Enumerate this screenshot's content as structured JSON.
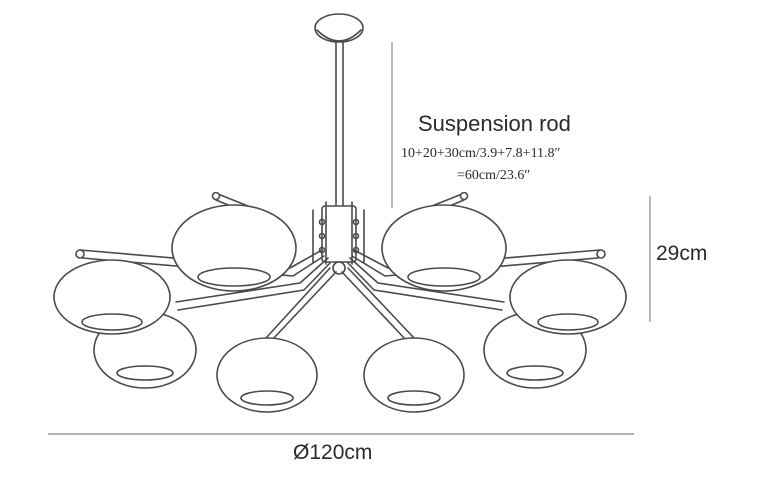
{
  "labels": {
    "suspension_title": "Suspension rod",
    "suspension_line1": "10+20+30cm/3.9+7.8+11.8″",
    "suspension_line2": "=60cm/23.6″",
    "height": "29cm",
    "diameter": "Ø120cm"
  },
  "colors": {
    "stroke": "#4a4a4a",
    "dim_line": "#888888",
    "shade_fill": "#ffffff"
  }
}
